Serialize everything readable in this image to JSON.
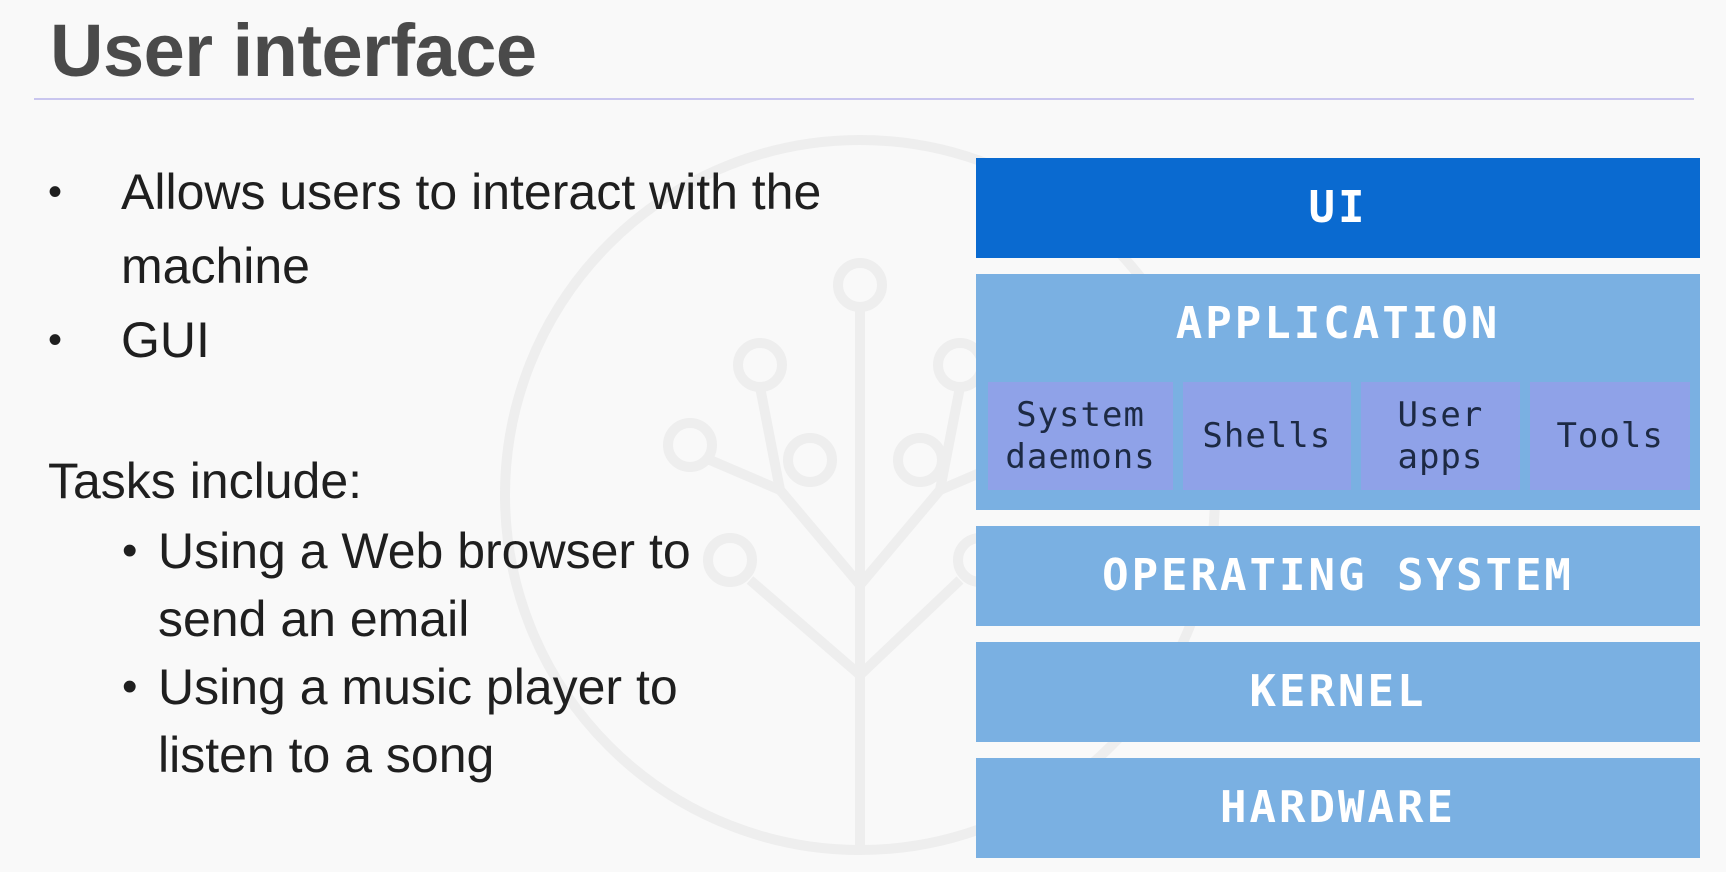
{
  "slide": {
    "title": "User interface"
  },
  "left": {
    "bullets": [
      "Allows users to interact with the machine",
      "GUI"
    ],
    "tasks_heading": "Tasks include:",
    "tasks": [
      "Using a Web browser to send an email",
      "Using a music player to listen to a song"
    ]
  },
  "stack": {
    "ui": "UI",
    "application": {
      "label": "APPLICATION",
      "components": [
        "System daemons",
        "Shells",
        "User apps",
        "Tools"
      ]
    },
    "operating_system": "OPERATING SYSTEM",
    "kernel": "KERNEL",
    "hardware": "HARDWARE"
  },
  "colors": {
    "ui_layer": "#0a6ad0",
    "lower_layers": "#7ab0e2",
    "app_components": "#8fa2e8",
    "title_rule": "#c9c6ef"
  },
  "icons": {
    "watermark": "tree-network-icon"
  }
}
